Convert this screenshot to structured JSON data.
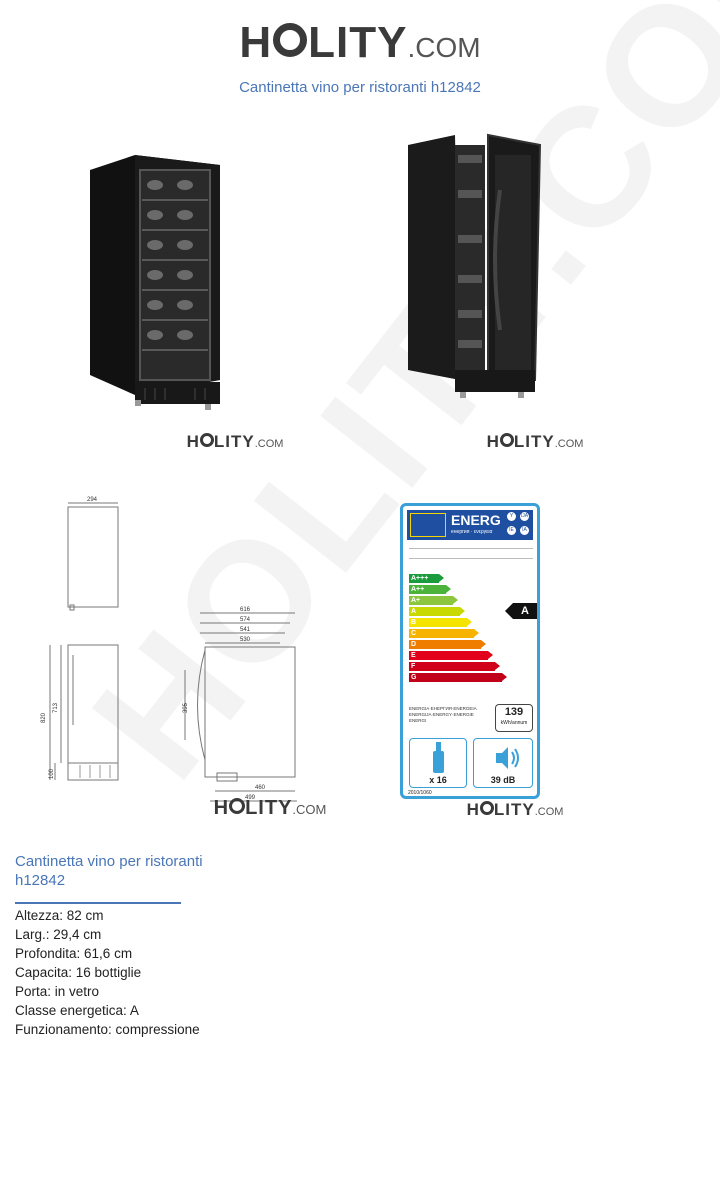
{
  "watermark": {
    "brand": "HOLITY",
    "suffix": ".COM"
  },
  "header": {
    "logo_brand_prefix": "H",
    "logo_brand_suffix": "LITY",
    "logo_domain": ".COM",
    "title": "Cantinetta vino per ristoranti h12842"
  },
  "images": {
    "photo_1_logo": {
      "prefix": "H",
      "suffix": "LITY",
      "domain": ".COM"
    },
    "photo_2_logo": {
      "prefix": "H",
      "suffix": "LITY",
      "domain": ".COM"
    },
    "drawing_logo": {
      "prefix": "H",
      "suffix": "LITY",
      "domain": ".COM"
    },
    "label_logo": {
      "prefix": "H",
      "suffix": "LITY",
      "domain": ".COM"
    }
  },
  "drawing": {
    "width_top": "294",
    "dims_depth": [
      "616",
      "574",
      "541",
      "530"
    ],
    "height_total": "820",
    "height_body": "713",
    "base_height": "100",
    "door_height": "395",
    "bottom_1": "460",
    "bottom_2": "499"
  },
  "energy_label": {
    "header": "ENERG",
    "header_sub": "енергия · ενεργεια",
    "langs": [
      "Y",
      "IJA",
      "IE",
      "IA"
    ],
    "classes": [
      "A+++",
      "A++",
      "A+",
      "A",
      "B",
      "C",
      "D",
      "E",
      "F",
      "G"
    ],
    "class_colors": [
      "#1a9b3c",
      "#4cb33a",
      "#8cc63f",
      "#c8d900",
      "#f5e300",
      "#f6b400",
      "#ef7d00",
      "#e3001b",
      "#d1001a",
      "#c1001a"
    ],
    "rating": "A",
    "consumption_value": "139",
    "consumption_unit": "kWh/annum",
    "energy_words": "ENERGIA·ЕНЕРГИЯ·ENERGEIA ENERGIJA·ENERGY·ENERGIE ENERGI",
    "bottles": "x 16",
    "noise": "39 dB",
    "regulation": "2010/1060"
  },
  "product": {
    "title": "Cantinetta vino per ristoranti h12842",
    "specs": [
      "Altezza: 82 cm",
      "Larg.: 29,4 cm",
      "Profondita: 61,6 cm",
      "Capacita: 16 bottiglie",
      "Porta: in vetro",
      "Classe energetica: A",
      "Funzionamento: compressione"
    ]
  }
}
